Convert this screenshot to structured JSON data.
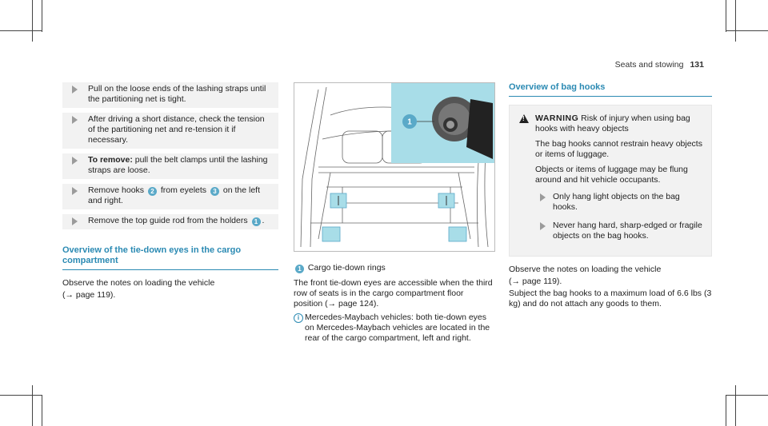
{
  "header": {
    "section": "Seats and stowing",
    "page": "131"
  },
  "left_column": {
    "steps": [
      {
        "text": "Pull on the loose ends of the lashing straps until the partitioning net is tight."
      },
      {
        "text": "After driving a short distance, check the tension of the partitioning net and re-tension it if necessary."
      },
      {
        "bold": "To remove:",
        "text": " pull the belt clamps until the lashing straps are loose."
      },
      {
        "before": "Remove hooks ",
        "n1": "2",
        "middle": " from eyelets ",
        "n2": "3",
        "after": " on the left and right."
      },
      {
        "before": "Remove the top guide rod from the holders ",
        "n1": "1",
        "after": "."
      }
    ],
    "section_title": "Overview of the tie-down eyes in the cargo compartment",
    "observe_text": "Observe the notes on loading the vehicle",
    "observe_ref": "(→ page 119)."
  },
  "middle_column": {
    "figure_callout": "1",
    "caption_num": "1",
    "caption_text": "Cargo tie-down rings",
    "para": "The front tie-down eyes are accessible when the third row of seats is in the cargo compartment floor position (→ page 124).",
    "info_icon": "i",
    "info_text": "Mercedes-Maybach vehicles: both tie-down eyes on Mercedes-Maybach vehicles are located in the rear of the cargo compartment, left and right."
  },
  "right_column": {
    "section_title": "Overview of bag hooks",
    "warning_label": "WARNING",
    "warning_title": "Risk of injury when using bag hooks with heavy objects",
    "warning_p1": "The bag hooks cannot restrain heavy objects or items of luggage.",
    "warning_p2": "Objects or items of luggage may be flung around and hit vehicle occupants.",
    "warning_step1": "Only hang light objects on the bag hooks.",
    "warning_step2": "Never hang hard, sharp-edged or fragile objects on the bag hooks.",
    "observe_text": "Observe the notes on loading the vehicle",
    "observe_ref": "(→ page 119).",
    "subject_text": "Subject the bag hooks to a maximum load of 6.6 lbs (3 kg) and do not attach any goods to them."
  },
  "colors": {
    "accent": "#2b8ab3",
    "highlight": "#a8dde8",
    "step_bg": "#f2f2f2"
  }
}
